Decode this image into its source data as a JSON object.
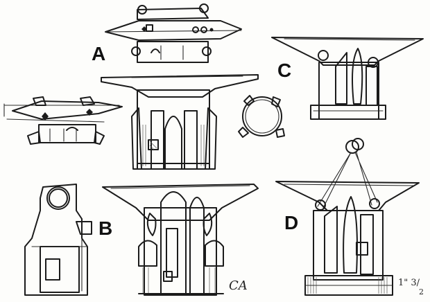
{
  "labels": {
    "a": "A",
    "b": "B",
    "c": "C",
    "d": "D"
  },
  "signature": "CA",
  "dimension_note": "1\" 3/",
  "dimension_sub": "2",
  "ink_color": "#1b1b1b",
  "paper_color": "#fdfdfb"
}
